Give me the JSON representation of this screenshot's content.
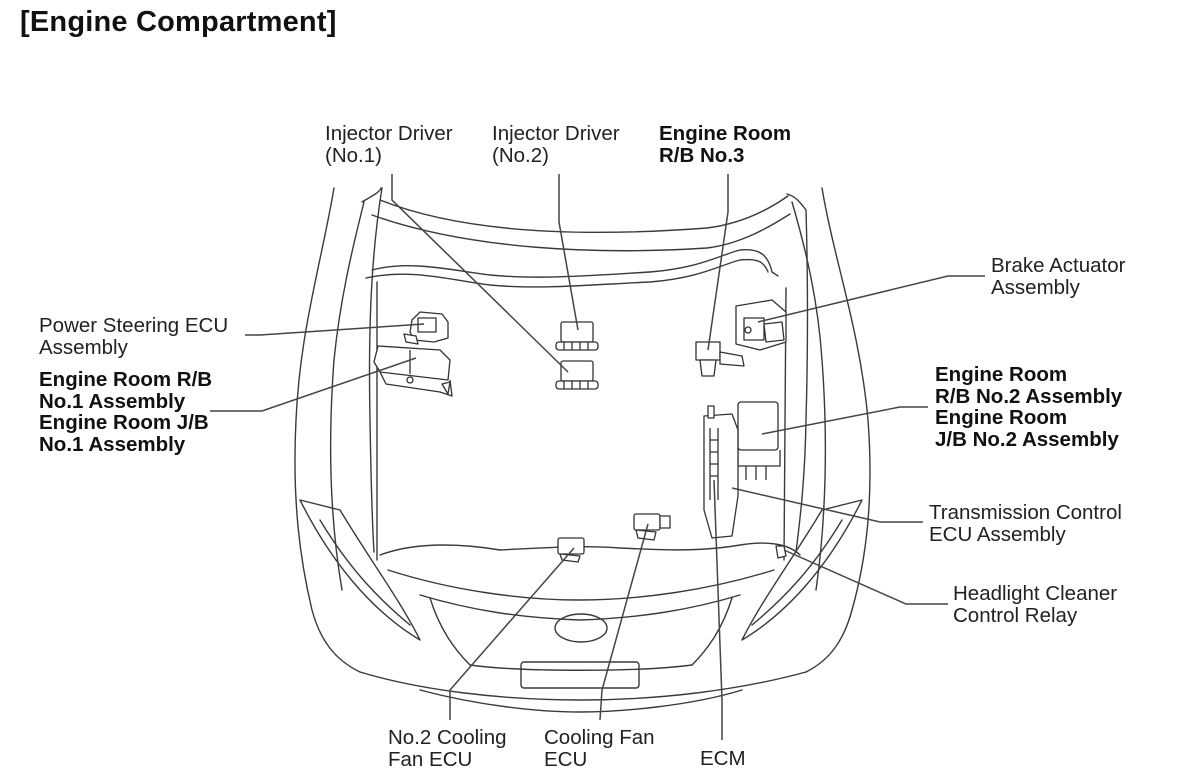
{
  "title": "[Engine Compartment]",
  "labels": {
    "injector_driver_1": {
      "lines": [
        "Injector Driver",
        "(No.1)"
      ],
      "bold": false
    },
    "injector_driver_2": {
      "lines": [
        "Injector Driver",
        "(No.2)"
      ],
      "bold": false
    },
    "engine_room_rb_3": {
      "lines": [
        "Engine Room",
        "R/B No.3"
      ],
      "bold": true
    },
    "brake_actuator": {
      "lines": [
        "Brake Actuator",
        "Assembly"
      ],
      "bold": false
    },
    "power_steering_ecu": {
      "lines": [
        "Power Steering ECU",
        "Assembly"
      ],
      "bold": false
    },
    "engine_room_rb_jb_1": {
      "lines": [
        "Engine Room R/B",
        "No.1 Assembly",
        "Engine Room J/B",
        "No.1 Assembly"
      ],
      "bold": true
    },
    "engine_room_rb_jb_2": {
      "lines": [
        "Engine Room",
        "R/B No.2 Assembly",
        "Engine Room",
        "J/B No.2 Assembly"
      ],
      "bold": true
    },
    "transmission_control_ecu": {
      "lines": [
        "Transmission Control",
        "ECU Assembly"
      ],
      "bold": false
    },
    "headlight_cleaner_relay": {
      "lines": [
        "Headlight Cleaner",
        "Control Relay"
      ],
      "bold": false
    },
    "no2_cooling_fan_ecu": {
      "lines": [
        "No.2 Cooling",
        "Fan ECU"
      ],
      "bold": false
    },
    "cooling_fan_ecu": {
      "lines": [
        "Cooling Fan",
        "ECU"
      ],
      "bold": false
    },
    "ecm": {
      "lines": [
        "ECM"
      ],
      "bold": false
    }
  }
}
